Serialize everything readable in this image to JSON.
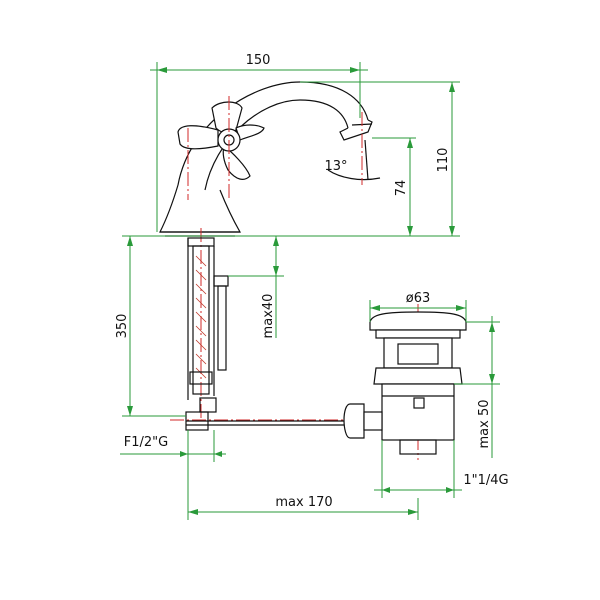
{
  "dimensions": {
    "width_total": "150",
    "height_total": "110",
    "spout_height": "74",
    "spout_angle": "13°",
    "below_deck": "350",
    "max_thickness": "max40",
    "waste_diameter": "ø63",
    "waste_length": "max 50",
    "waste_thread": "1\"1/4G",
    "supply_thread": "F1/2\"G",
    "pull_rod_reach": "max 170"
  },
  "colors": {
    "dimension": "#2a9a3a",
    "outline": "#111111",
    "centerline": "#d12a2a"
  }
}
